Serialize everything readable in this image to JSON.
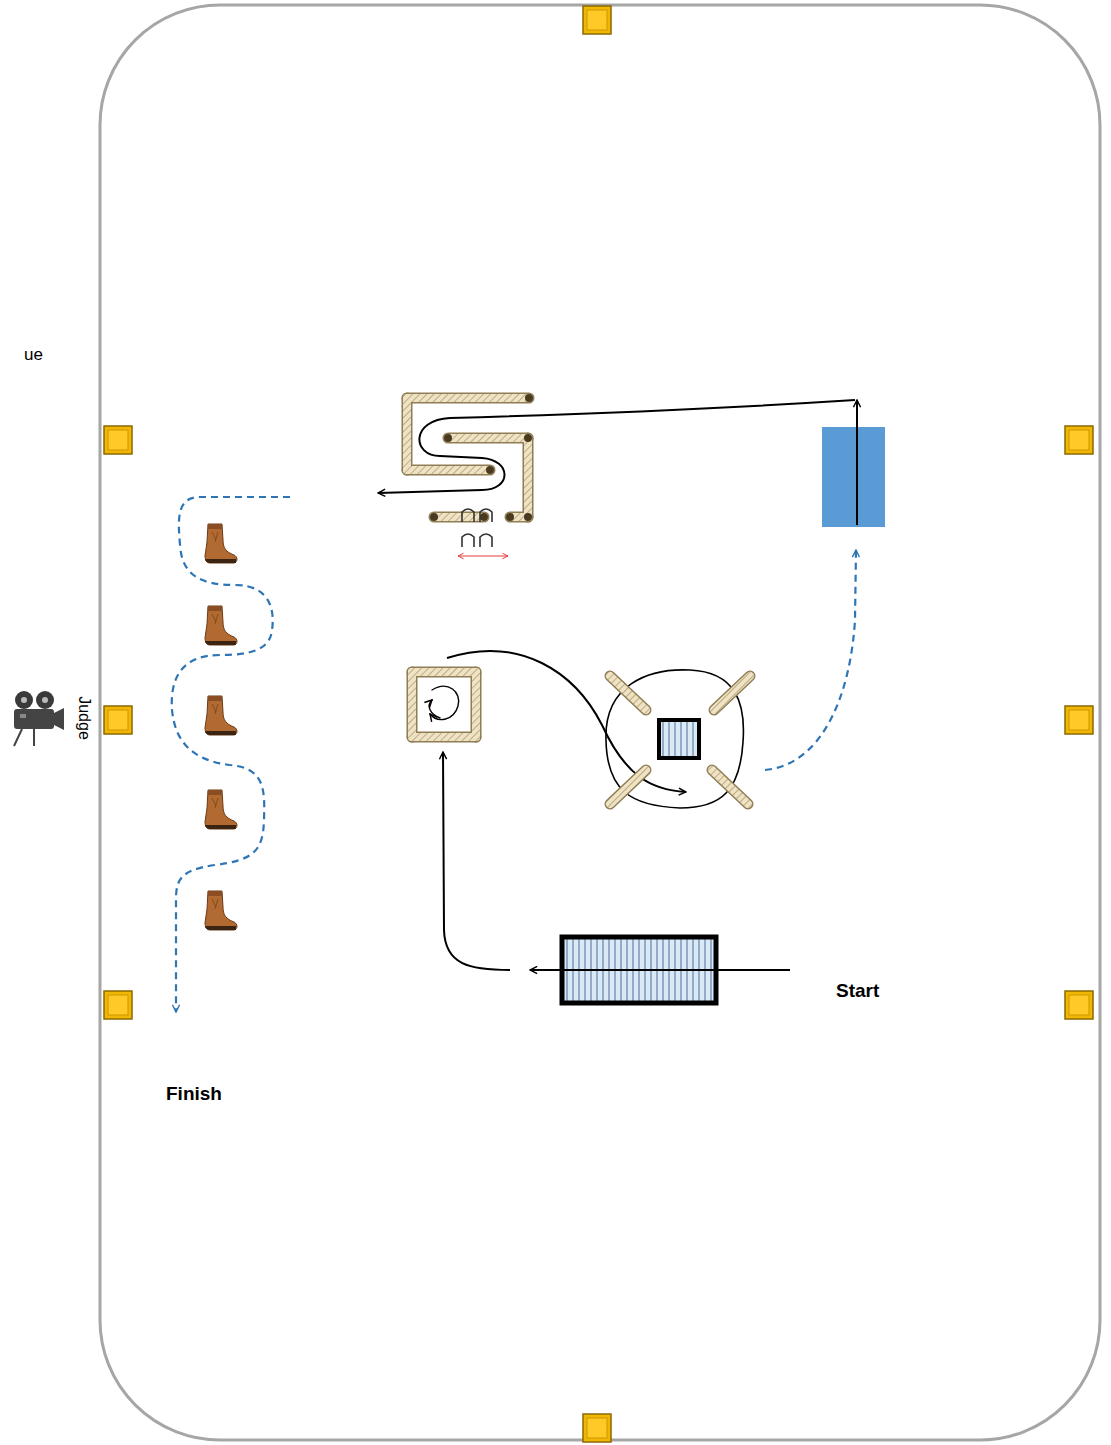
{
  "diagram": {
    "labels": [
      "ue",
      "Judge",
      "Start",
      "Finish"
    ]
  }
}
